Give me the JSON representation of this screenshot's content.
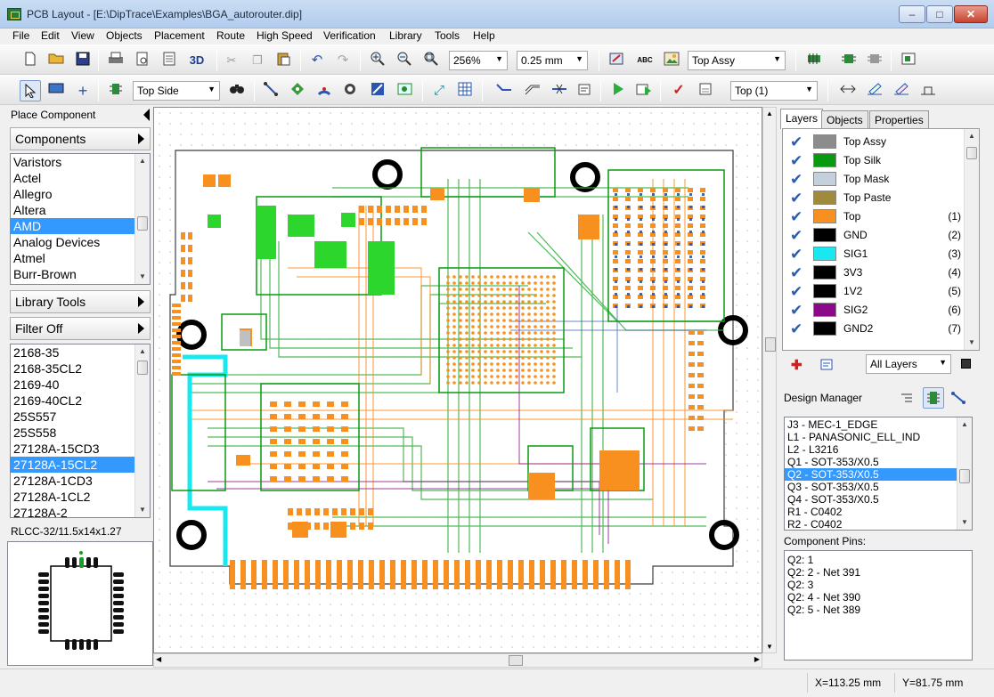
{
  "window": {
    "title": "PCB Layout - [E:\\DipTrace\\Examples\\BGA_autorouter.dip]",
    "min_glyph": "–",
    "max_glyph": "□",
    "close_glyph": "✕"
  },
  "menu": [
    {
      "label": "File"
    },
    {
      "label": "Edit"
    },
    {
      "label": "View"
    },
    {
      "label": "Objects"
    },
    {
      "label": "Placement"
    },
    {
      "label": "Route"
    },
    {
      "label": "High Speed"
    },
    {
      "label": "Verification"
    },
    {
      "label": "Library"
    },
    {
      "label": "Tools"
    },
    {
      "label": "Help"
    }
  ],
  "toolbar1": {
    "btn_3d": "3D",
    "zoom": "256%",
    "grid": "0.25 mm",
    "abc": "ABC",
    "assy_layer": "Top Assy"
  },
  "toolbar2": {
    "side": "Top Side",
    "layer": "Top (1)"
  },
  "left": {
    "panel_title": "Place Component",
    "components_btn": "Components",
    "libraries": [
      "Varistors",
      "Actel",
      "Allegro",
      "Altera",
      "AMD",
      "Analog Devices",
      "Atmel",
      "Burr-Brown"
    ],
    "library_selected": "AMD",
    "library_tools_btn": "Library Tools",
    "filter_btn": "Filter Off",
    "parts": [
      "2168-35",
      "2168-35CL2",
      "2169-40",
      "2169-40CL2",
      "25S557",
      "25S558",
      "27128A-15CD3",
      "27128A-15CL2",
      "27128A-1CD3",
      "27128A-1CL2",
      "27128A-2"
    ],
    "part_selected": "27128A-15CL2",
    "pattern_name": "RLCC-32/11.5x14x1.27"
  },
  "right": {
    "tabs": [
      "Layers",
      "Objects",
      "Properties"
    ],
    "active_tab": "Layers",
    "layers": [
      {
        "name": "Top Assy",
        "num": "",
        "color": "#8c8c8c"
      },
      {
        "name": "Top Silk",
        "num": "",
        "color": "#0a9a12"
      },
      {
        "name": "Top Mask",
        "num": "",
        "color": "#c4d0dc"
      },
      {
        "name": "Top Paste",
        "num": "",
        "color": "#a08a3c"
      },
      {
        "name": "Top",
        "num": "(1)",
        "color": "#f7901e"
      },
      {
        "name": "GND",
        "num": "(2)",
        "color": "#000000"
      },
      {
        "name": "SIG1",
        "num": "(3)",
        "color": "#18e8f0"
      },
      {
        "name": "3V3",
        "num": "(4)",
        "color": "#000000"
      },
      {
        "name": "1V2",
        "num": "(5)",
        "color": "#000000"
      },
      {
        "name": "SIG2",
        "num": "(6)",
        "color": "#8a0a8a"
      },
      {
        "name": "GND2",
        "num": "(7)",
        "color": "#000000"
      }
    ],
    "layers_filter": "All Layers",
    "design_manager_title": "Design Manager",
    "components": [
      "J3 - MEC-1_EDGE",
      "L1 - PANASONIC_ELL_IND",
      "L2 - L3216",
      "Q1 - SOT-353/X0.5",
      "Q2 - SOT-353/X0.5",
      "Q3 - SOT-353/X0.5",
      "Q4 - SOT-353/X0.5",
      "R1 - C0402",
      "R2 - C0402"
    ],
    "component_selected": "Q2 - SOT-353/X0.5",
    "pins_title": "Component Pins:",
    "pins": [
      "Q2: 1",
      "Q2: 2 - Net 391",
      "Q2: 3",
      "Q2: 4 - Net 390",
      "Q2: 5 - Net 389"
    ]
  },
  "status": {
    "x": "X=113.25 mm",
    "y": "Y=81.75 mm"
  },
  "colors": {
    "board_bg": "#ffffff",
    "copper_top": "#f7901e",
    "silk": "#0a9a12",
    "sig1": "#18e8f0",
    "sig2": "#8a0a8a",
    "trace_green": "#3fb24a",
    "selection": "#3399ff"
  }
}
